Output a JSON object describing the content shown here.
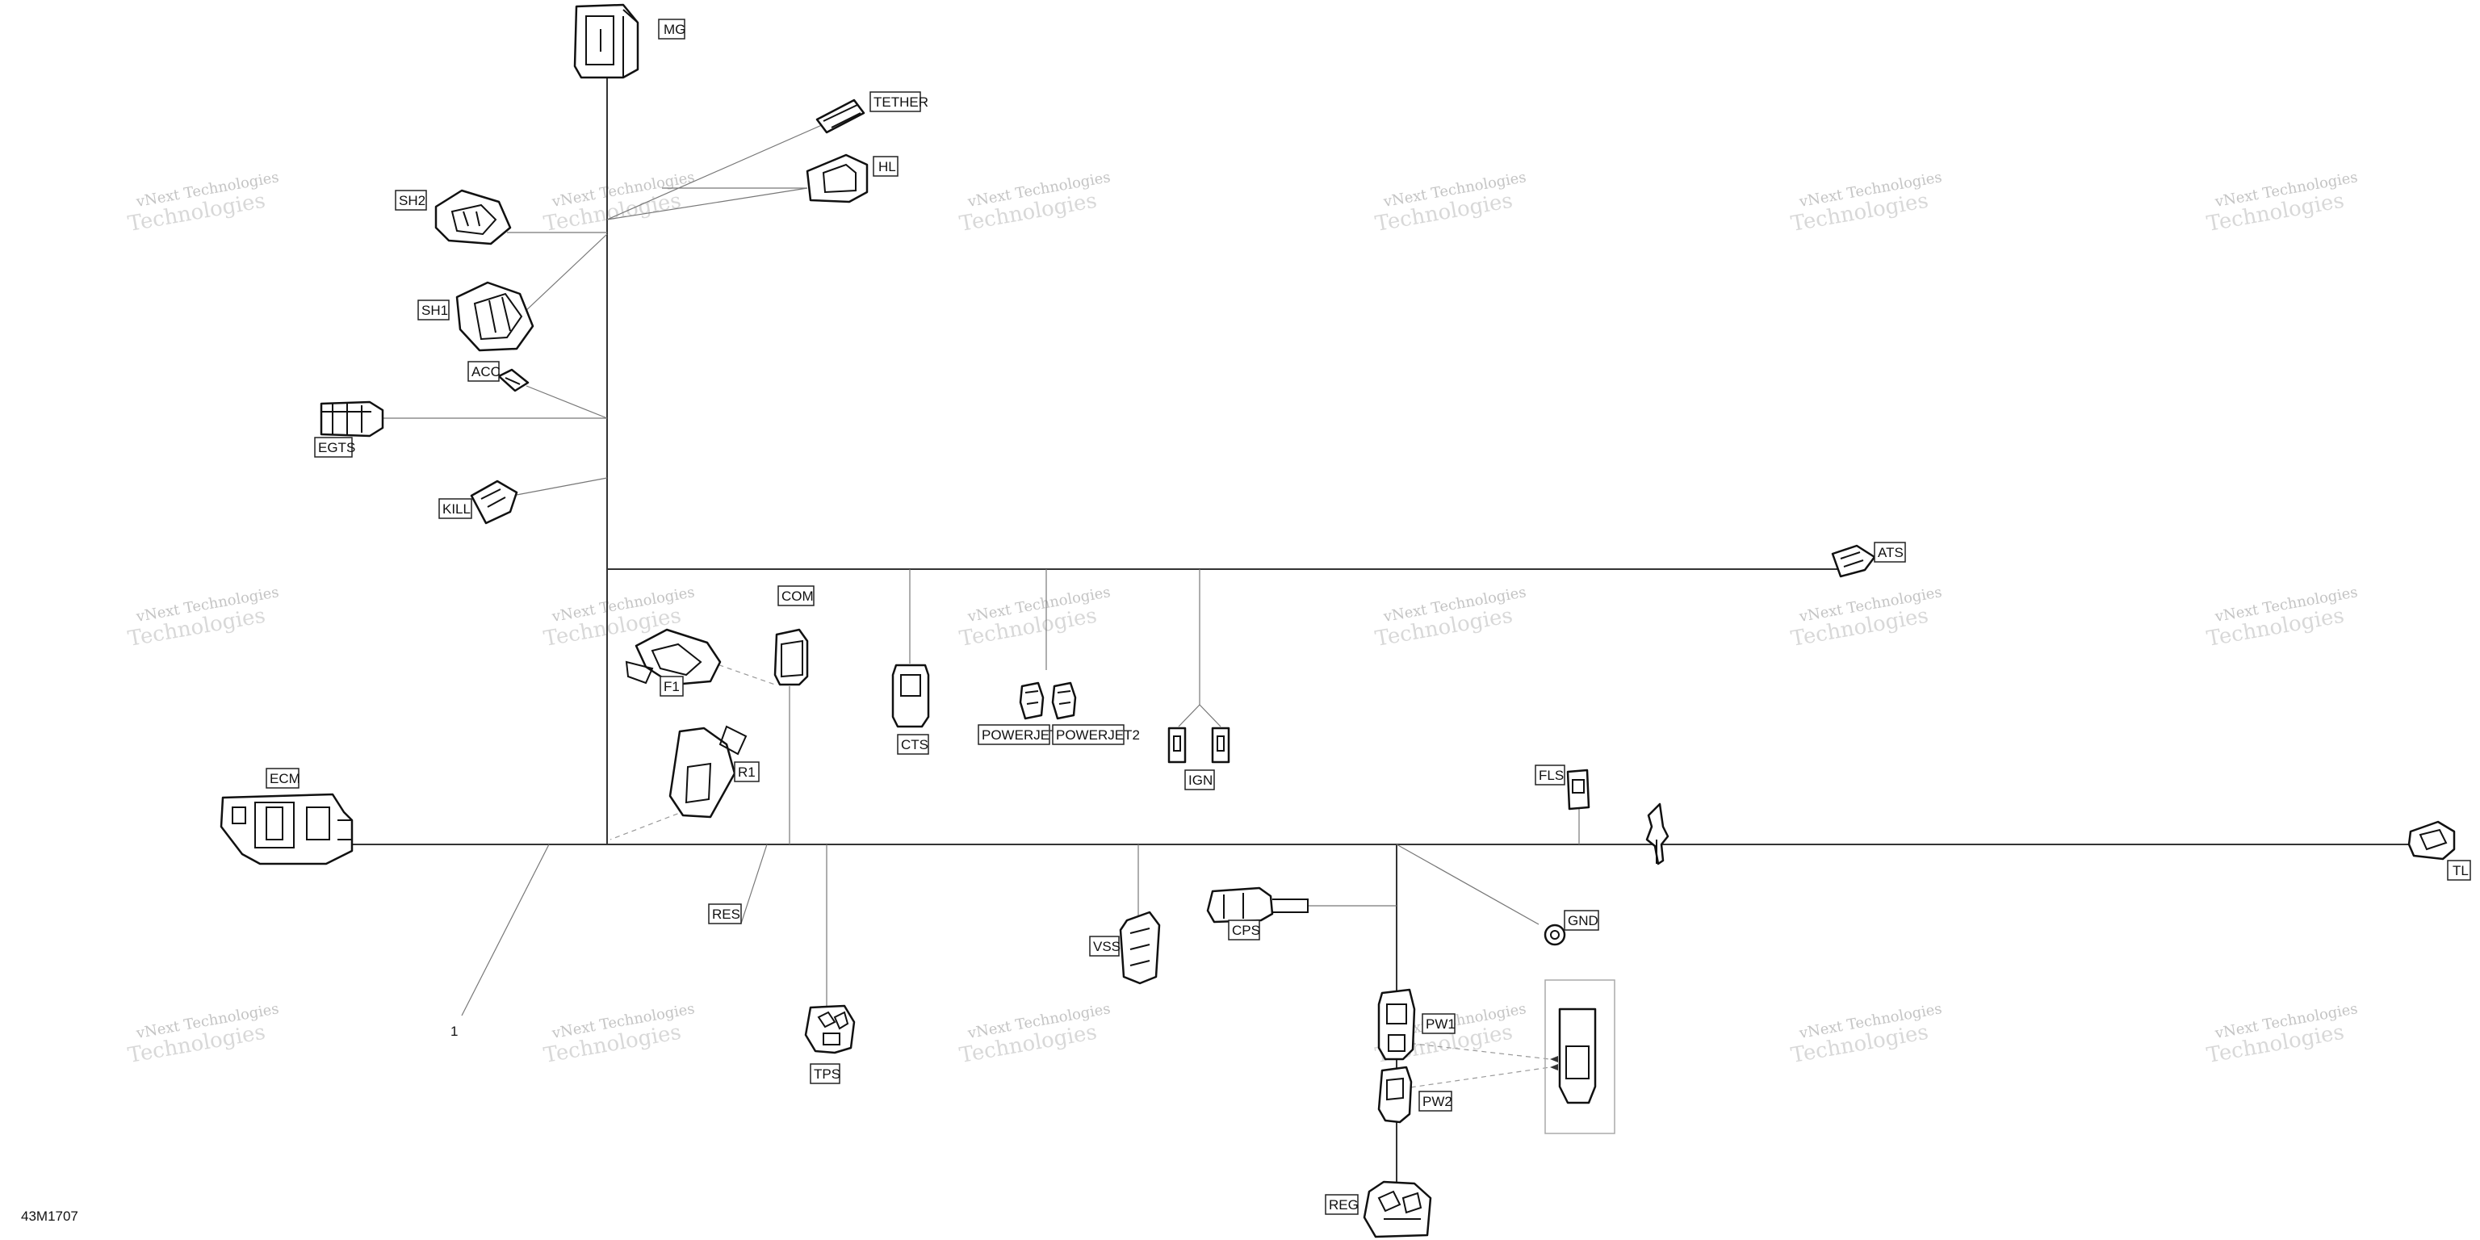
{
  "watermark": {
    "line1": "vNext Technologies",
    "line2": "Technologies"
  },
  "part_number": "43M1707",
  "callout": "1",
  "connectors": {
    "mg": "MG",
    "tether": "TETHER",
    "hl": "HL",
    "sh2": "SH2",
    "sh1": "SH1",
    "acc": "ACC",
    "egts": "EGTS",
    "kill": "KILL",
    "com": "COM",
    "f1": "F1",
    "r1": "R1",
    "cts": "CTS",
    "powerjet1": "POWERJET1",
    "powerjet2": "POWERJET2",
    "ign": "IGN",
    "ats": "ATS",
    "ecm": "ECM",
    "res": "RES",
    "tps": "TPS",
    "vss": "VSS",
    "cps": "CPS",
    "fls": "FLS",
    "gnd": "GND",
    "tl": "TL",
    "pw1": "PW1",
    "pw2": "PW2",
    "reg": "REG"
  }
}
